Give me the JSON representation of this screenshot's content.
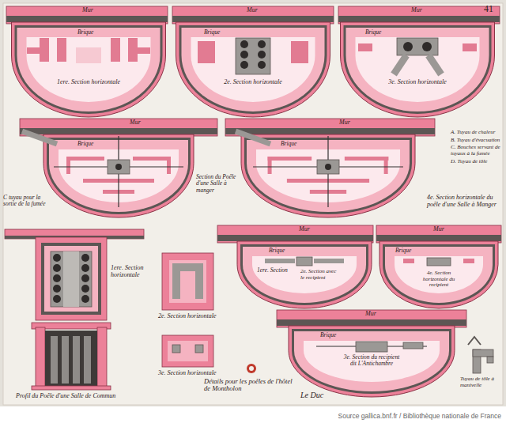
{
  "diagram": {
    "title": "Détails pour les poêles de l'hôtel de Montholon",
    "labels": [
      "41",
      "Mur",
      "Brique",
      "1ere. Section horizontale",
      "Mur",
      "Brique",
      "2e. Section horizontale",
      "Mur",
      "Brique",
      "3e. Section horizontale",
      "A. Tuyau de chaleur",
      "B. Tuyau d'évacuation",
      "C. Bouches servant de tuyaux à la fumée",
      "D. Tuyau de tôle",
      "Mur",
      "Brique",
      "Section du Poêle d'une Salle à manger",
      "C tuyau pour la sortie de la fumée",
      "Mur",
      "Brique",
      "4e. Section horizontale du poêle d'une Salle à Manger",
      "1ere. Section horizontale",
      "Profil du Poêle d'une Salle de Commun",
      "2e. Section horizontale",
      "3e. Section horizontale",
      "Le Duc",
      "1ere. Section",
      "Mur",
      "Brique",
      "2e. Section avec le recipient",
      "Mur",
      "Brique",
      "4e. Section horizontale du recipient",
      "Mur",
      "Brique",
      "3e. Section du recipient dit L'Antichambre",
      "Tuyau de tôle à manivelle",
      "Source gallica.bnf.fr / Bibliothèque nationale de France"
    ]
  }
}
